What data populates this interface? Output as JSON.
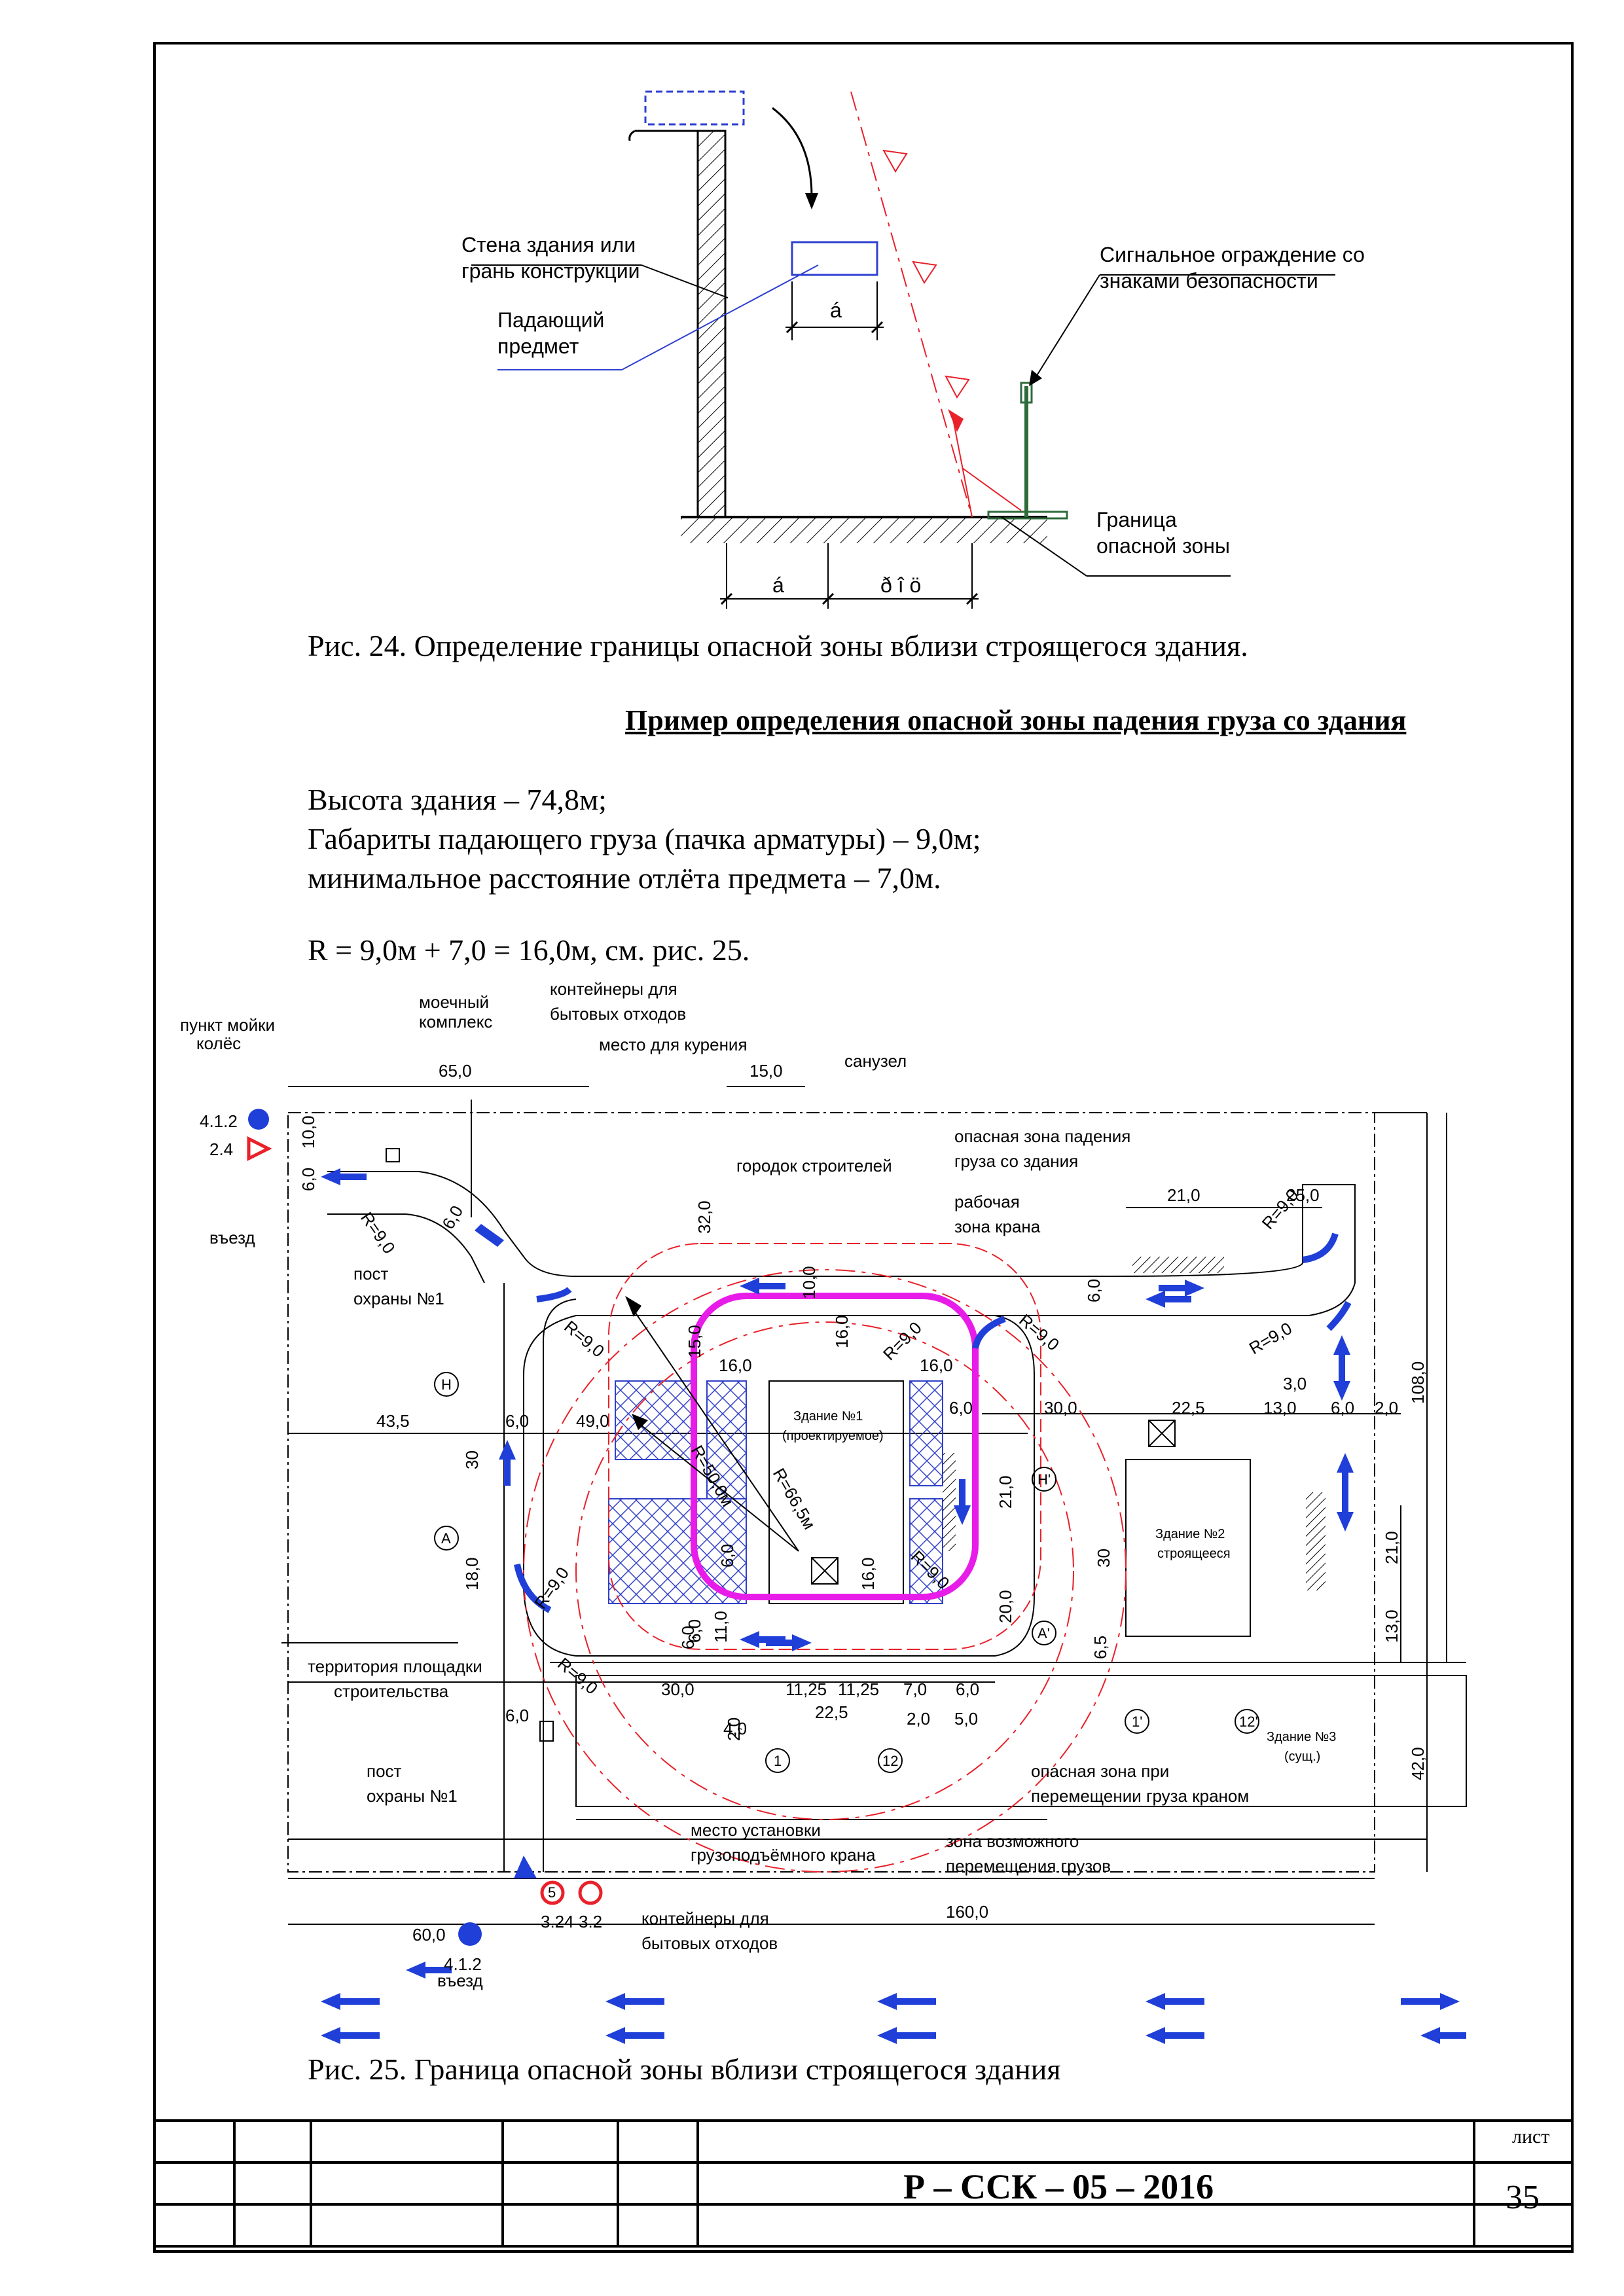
{
  "fig24": {
    "wall_label_1": "Стена здания или",
    "wall_label_2": "грань конструкции",
    "object_label_1": "Падающий",
    "object_label_2": "предмет",
    "fence_label_1": "Сигнальное ограждение со",
    "fence_label_2": "знаками безопасности",
    "border_label_1": "Граница",
    "border_label_2": "опасной зоны",
    "dim_a_top": "á",
    "dim_a_bottom": "á",
    "dim_r": "ð î ö",
    "caption": "Рис. 24. Определение границы опасной зоны вблизи строящегося здания."
  },
  "example": {
    "heading": "Пример определения опасной зоны падения груза со здания",
    "line1": "Высота здания – 74,8м;",
    "line2": "Габариты падающего груза (пачка арматуры) – 9,0м;",
    "line3": "минимальное расстояние отлёта предмета – 7,0м.",
    "formula": "R = 9,0м + 7,0 = 16,0м, см. рис. 25."
  },
  "fig25": {
    "labels": {
      "wash_complex_1": "моечный",
      "wash_complex_2": "комплекс",
      "containers_top_1": "контейнеры для",
      "containers_top_2": "бытовых отходов",
      "smoking": "место для курения",
      "toilet": "санузел",
      "wheel_wash_1": "пункт мойки",
      "wheel_wash_2": "колёс",
      "entry_top": "въезд",
      "guard_top_1": "пост",
      "guard_top_2": "охраны №1",
      "town": "городок строителей",
      "fall_zone_1": "опасная зона падения",
      "fall_zone_2": "груза со здания",
      "crane_zone_1": "рабочая",
      "crane_zone_2": "зона крана",
      "building1_1": "Здание №1",
      "building1_2": "(проектируемое)",
      "building2_1": "Здание №2",
      "building2_2": "строящееся",
      "building3_1": "Здание №3",
      "building3_2": "(сущ.)",
      "territory_1": "территория площадки",
      "territory_2": "строительства",
      "guard_bottom_1": "пост",
      "guard_bottom_2": "охраны №1",
      "crane_place_1": "место установки",
      "crane_place_2": "грузоподъёмного крана",
      "move_zone_1": "опасная зона при",
      "move_zone_2": "перемещении груза краном",
      "possible_zone_1": "зона возможного",
      "possible_zone_2": "перемещения грузов",
      "containers_bottom_1": "контейнеры для",
      "containers_bottom_2": "бытовых отходов",
      "entry_bottom": "въезд",
      "sign_412_top": "4.1.2",
      "sign_24": "2.4",
      "sign_60": "60,0",
      "sign_412_bottom": "4.1.2",
      "sign_324": "3.24",
      "sign_32": "3.2",
      "sign_5": "5"
    },
    "dims": {
      "d65": "65,0",
      "d15": "15,0",
      "d10": "10,0",
      "d6a": "6,0",
      "d32": "32,0",
      "d21": "21,0",
      "d25": "25,0",
      "d435": "43,5",
      "d6b": "6,0",
      "d49": "49,0",
      "d16a": "16,0",
      "d16b": "16,0",
      "d16c": "16,0",
      "d30a": "30,0",
      "d225a": "22,5",
      "d13a": "13,0",
      "d6c": "6,0",
      "d2a": "2,0",
      "d108": "108,0",
      "d30b": "30",
      "d18": "18,0",
      "d6d": "6,0",
      "d30c": "30,0",
      "d1125a": "11,25",
      "d1125b": "11,25",
      "d7": "7,0",
      "d6e": "6,0",
      "d225b": "22,5",
      "d2b": "2,0",
      "d5": "5,0",
      "d4": "4,0",
      "d2c": "2,0",
      "d160": "160,0",
      "d42": "42,0",
      "d21b": "21,0",
      "d13b": "13,0",
      "d65b": "6,5",
      "d20": "20,0",
      "d21c": "21,0",
      "d3": "3,0",
      "d6f": "6,0",
      "d30d": "30",
      "d6g": "6,0",
      "d10b": "10,0",
      "d15b": "15,0",
      "d16d": "16,0",
      "d6h": "6,0",
      "d11": "11,0",
      "d6i": "6,0",
      "d6j": "6,0"
    },
    "radii": {
      "r9": "R=9,0",
      "r50": "R=50,0м",
      "r665": "R=66,5м"
    },
    "axes": {
      "H": "Н",
      "A": "А",
      "H2": "Н'",
      "A2": "А'",
      "a1": "1",
      "a12": "12",
      "a1p": "1'",
      "a12p": "12'"
    },
    "caption": "Рис. 25. Граница опасной зоны вблизи строящегося здания"
  },
  "stamp": {
    "code": "Р –  ССК – 05 – 2016",
    "sheet_label": "лист",
    "sheet_no": "35"
  },
  "colors": {
    "red": "#e8212a",
    "blue": "#1f3fd8",
    "magenta": "#e81ce8",
    "green": "#2e6b3b",
    "hatch": "#3040c8"
  }
}
